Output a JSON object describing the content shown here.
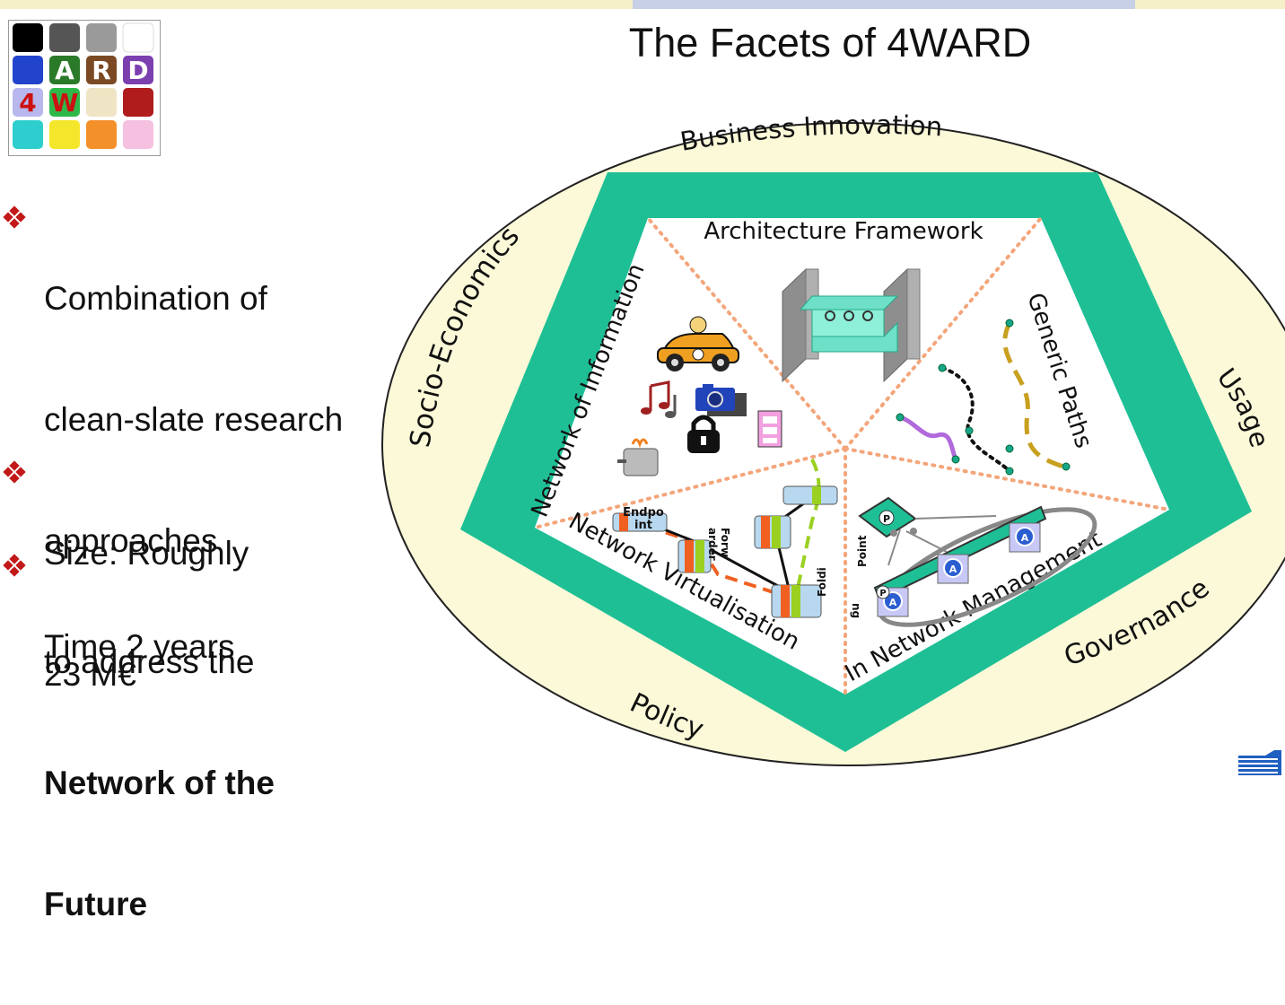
{
  "slide": {
    "title": "The Facets of 4WARD"
  },
  "logo": {
    "letters": [
      "A",
      "R",
      "D",
      "4",
      "W"
    ]
  },
  "bullets": [
    {
      "lines": [
        "Combination of",
        "clean-slate research",
        "approaches",
        "to address the"
      ],
      "bold_lines": [
        "Network of the",
        "Future"
      ]
    },
    {
      "lines": [
        "Size: Roughly",
        "23 M€"
      ],
      "bold_lines": []
    },
    {
      "lines": [
        "Time 2 years"
      ],
      "bold_lines": []
    }
  ],
  "diagram": {
    "outer_ring_labels": {
      "top": "Business Innovation",
      "left": "Socio-Economics",
      "right": "Usage",
      "bottom_right": "Governance",
      "bottom_left": "Policy"
    },
    "segment_labels": {
      "top": "Architecture Framework",
      "right": "Generic Paths",
      "bottom_right": "In Network Management",
      "bottom_left": "Network Virtualisation",
      "left": "Network of Information"
    },
    "virtualisation_node_labels": [
      "Endpo",
      "int",
      "Forw",
      "arder",
      "Foldi",
      "ng",
      "Point"
    ],
    "management_node_labels": [
      "P",
      "P",
      "A",
      "A",
      "A"
    ],
    "colors": {
      "ring_fill": "#fbf9d8",
      "pentagon_band": "#1fbf96",
      "inner_fill": "#ffffff",
      "dotted_lines": "#f4a57a",
      "accent_purple": "#b06adc",
      "accent_gold": "#c8a020"
    }
  },
  "icons": [
    "car-icon",
    "music-note-icon",
    "camera-icon",
    "lock-icon",
    "film-icon",
    "toaster-icon",
    "architecture-cube-icon",
    "bullet-diamond-icon",
    "corner-logo-icon"
  ]
}
